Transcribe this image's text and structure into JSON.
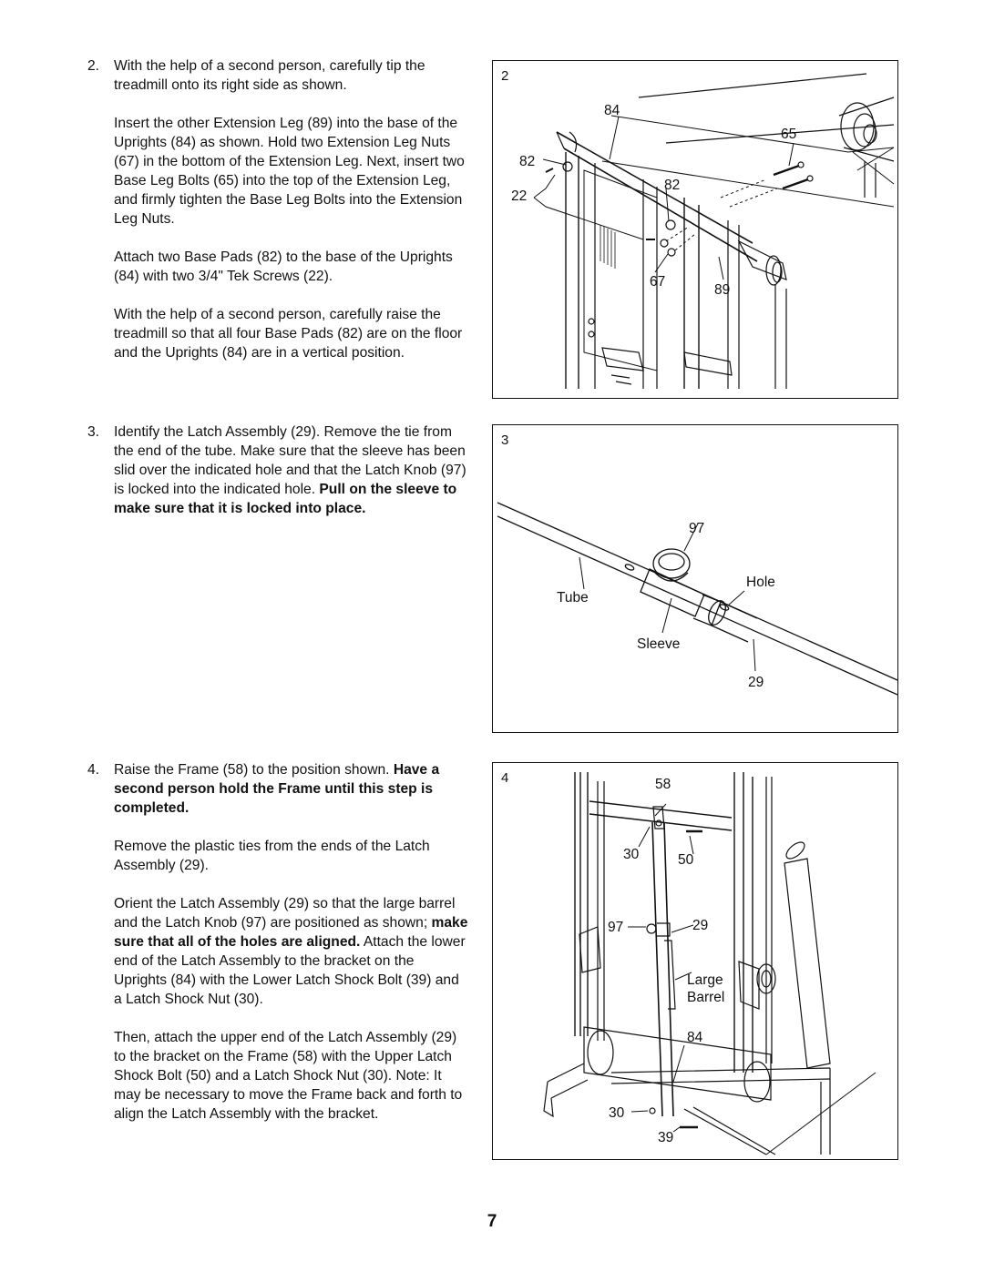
{
  "steps": [
    {
      "number": "2.",
      "paragraphs": [
        "With the help of a second person, carefully tip the treadmill onto its right side as shown.",
        "Insert the other Extension Leg (89) into the base of the Uprights (84) as shown. Hold two Extension Leg Nuts (67) in the bottom of the Extension Leg. Next, insert two Base Leg Bolts (65) into the top of the Extension Leg, and firmly tighten the Base Leg Bolts into the Extension Leg Nuts.",
        "Attach two Base Pads (82) to the base of the Uprights (84) with two 3/4\" Tek Screws (22).",
        "With the help of a second person, carefully raise the treadmill so that all four Base Pads (82) are on the floor and the Uprights (84) are in a vertical position."
      ]
    },
    {
      "number": "3.",
      "p1_text": "Identify the Latch Assembly (29). Remove the tie from the end of the tube. Make sure that the sleeve has been slid over the indicated hole and that the Latch Knob (97) is locked into the indicated hole. ",
      "p1_bold": "Pull on the sleeve to make sure that it is locked into place."
    },
    {
      "number": "4.",
      "p1_text": "Raise the Frame (58) to the position shown. ",
      "p1_bold": "Have a second person hold the Frame until this step is completed.",
      "p2_text": "Remove the plastic ties from the ends of the Latch Assembly (29).",
      "p3_text_a": "Orient the Latch Assembly (29) so that the large barrel and the Latch Knob (97) are positioned as shown; ",
      "p3_bold": "make sure that all of the holes are aligned.",
      "p3_text_b": " Attach the lower end of the Latch Assembly to the bracket on the Uprights (84) with the Lower Latch Shock Bolt (39) and a Latch Shock Nut (30).",
      "p4_text": "Then, attach the upper end of the Latch Assembly (29) to the bracket on the Frame (58) with the Upper Latch Shock Bolt (50) and a Latch Shock Nut (30). Note: It may be necessary to move the Frame back and forth to align the Latch Assembly with the bracket."
    }
  ],
  "figures": {
    "fig2": {
      "number": "2",
      "labels": {
        "l84": "84",
        "l65": "65",
        "l82a": "82",
        "l82b": "82",
        "l22": "22",
        "l67": "67",
        "l89": "89"
      }
    },
    "fig3": {
      "number": "3",
      "labels": {
        "l97": "97",
        "hole": "Hole",
        "tube": "Tube",
        "sleeve": "Sleeve",
        "l29": "29"
      }
    },
    "fig4": {
      "number": "4",
      "labels": {
        "l58": "58",
        "l30a": "30",
        "l50": "50",
        "l97": "97",
        "l29": "29",
        "large": "Large",
        "barrel": "Barrel",
        "l84": "84",
        "l30b": "30",
        "l39": "39"
      }
    }
  },
  "page_number": "7"
}
